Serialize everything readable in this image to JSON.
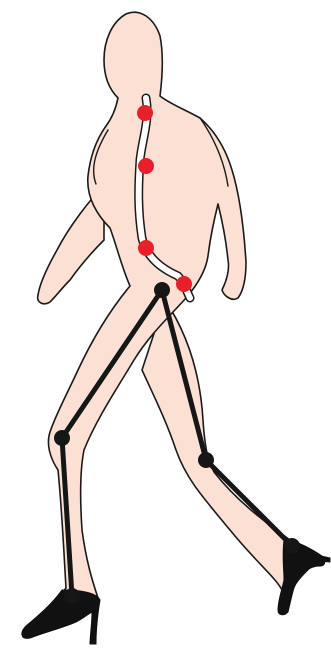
{
  "figure": {
    "colors": {
      "skin": "#fbe0d3",
      "outline": "#1a1a1a",
      "spine_channel": "#ffffff",
      "spine_marker": "#e8202a",
      "leg_segment": "#161616",
      "leg_joint": "#161616",
      "shoe": "#111111"
    },
    "spine_markers": [
      {
        "name": "spine-marker-upper-thoracic"
      },
      {
        "name": "spine-marker-lower-thoracic"
      },
      {
        "name": "spine-marker-lumbar"
      },
      {
        "name": "spine-marker-sacral"
      }
    ],
    "leg_joints": [
      {
        "name": "hip-joint"
      },
      {
        "name": "right-knee-joint"
      },
      {
        "name": "left-knee-joint"
      },
      {
        "name": "right-ankle-joint"
      },
      {
        "name": "left-ankle-joint"
      }
    ]
  }
}
